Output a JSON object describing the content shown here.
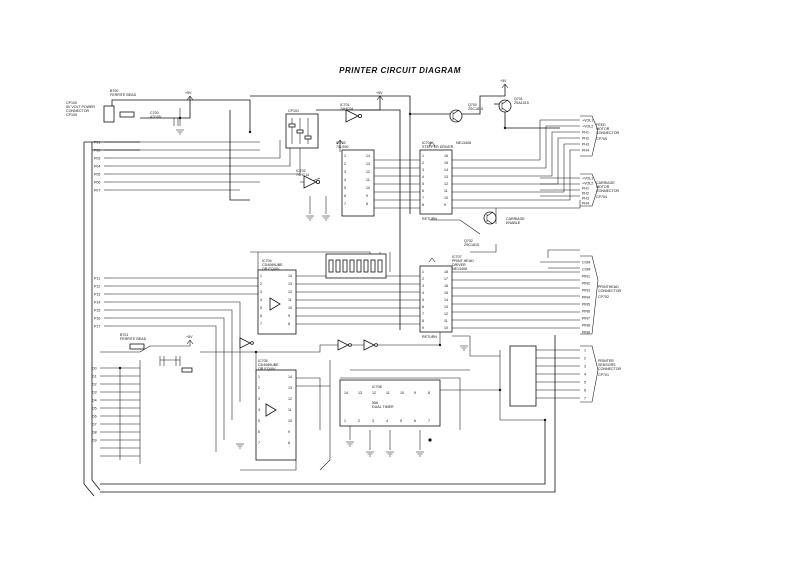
{
  "title": "PRINTER CIRCUIT DIAGRAM",
  "components": {
    "cp100": [
      "CP100",
      "5V VOLT POWER",
      "CONNECTOR",
      "CP105"
    ],
    "fb_top": [
      "B700",
      "FERRITE BEAD"
    ],
    "c700": [
      "C700",
      "47/10V"
    ],
    "cp101": [
      "CP101",
      "8X1/P"
    ],
    "u701": [
      "IC701",
      "74HC04"
    ],
    "u702": [
      "IC702",
      "74HC14"
    ],
    "u703": [
      "IC703",
      "74LS90"
    ],
    "u704": [
      "IC704",
      "CD4069UBE",
      "OR EQUIV"
    ],
    "u705": [
      "IC705",
      "CD4069UBE",
      "OR EQUIV"
    ],
    "u706": [
      "IC706",
      "STEPPER DRIVER",
      "NE13408"
    ],
    "u707": [
      "IC707",
      "PRINT HEAD",
      "DRIVER",
      "NE13408"
    ],
    "u708": [
      "IC708",
      "556",
      "DUAL TIMER"
    ],
    "fb_mid": [
      "B701",
      "FERRITE BEAD"
    ],
    "q700": [
      "Q700",
      "2SC1815"
    ],
    "q701": [
      "Q701",
      "2SA1015"
    ],
    "q702": [
      "Q702",
      "2SC1815"
    ],
    "feed_conn": [
      "FEED",
      "MOTOR",
      "CONNECTOR",
      "CP705"
    ],
    "carriage_conn": [
      "CARRIAGE",
      "MOTOR",
      "CONNECTOR",
      "CP704"
    ],
    "head_conn": [
      "PRINTHEAD",
      "CONNECTOR",
      "CP702"
    ],
    "sensor_conn": [
      "PRINTER",
      "SENSORS",
      "CONNECTOR",
      "CP701"
    ],
    "carriage_enable": [
      "CARRIAGE",
      "ENABLE"
    ],
    "supply": "+5V",
    "return": "RETURN"
  },
  "pins": {
    "left_inputs": [
      "P01",
      "P02",
      "P03",
      "P04",
      "P05",
      "P06",
      "P07"
    ],
    "left_inputs2": [
      "P11",
      "P12",
      "P13",
      "P14",
      "P15",
      "P16",
      "P17"
    ],
    "bus": [
      "D0",
      "D1",
      "D2",
      "D3",
      "D4",
      "D5",
      "D6",
      "D7",
      "D8",
      "D9"
    ],
    "feed": [
      "+VOL1",
      "+VOL2",
      "PH1",
      "PH2",
      "PH3",
      "PH4"
    ],
    "carriage": [
      "+VOL1",
      "+VOL2",
      "PH1",
      "PH2",
      "PH3",
      "PH4"
    ],
    "head": [
      "COM",
      "COM",
      "PIN1",
      "PIN2",
      "PIN3",
      "PIN4",
      "PIN5",
      "PIN6",
      "PIN7",
      "PIN8",
      "PIN9"
    ],
    "sensor": [
      "1",
      "2",
      "3",
      "4",
      "5",
      "6",
      "7"
    ]
  }
}
